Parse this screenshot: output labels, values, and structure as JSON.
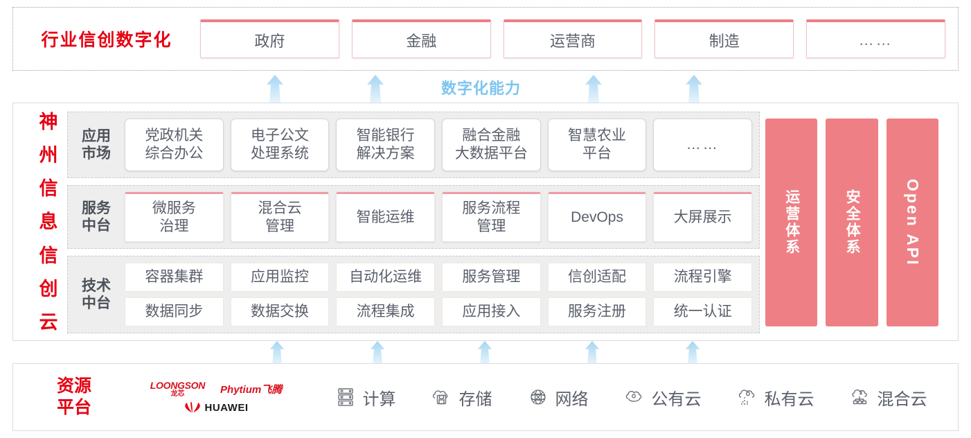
{
  "industry": {
    "title": "行业信创数字化",
    "cards": [
      {
        "label": "政府"
      },
      {
        "label": "金融"
      },
      {
        "label": "运营商"
      },
      {
        "label": "制造"
      },
      {
        "label": "……"
      }
    ]
  },
  "capability": {
    "label": "数字化能力",
    "arrow_count_top": 4,
    "arrow_count_bottom": 5,
    "arrow_color": "#bfe0f5"
  },
  "cloud": {
    "title_chars": [
      "神",
      "州",
      "信",
      "息",
      "信",
      "创",
      "云"
    ],
    "title_color": "#e60012",
    "bands": [
      {
        "name": "application-market",
        "label": "应用\n市场",
        "cards": [
          {
            "label": "党政机关\n综合办公"
          },
          {
            "label": "电子公文\n处理系统"
          },
          {
            "label": "智能银行\n解决方案"
          },
          {
            "label": "融合金融\n大数据平台"
          },
          {
            "label": "智慧农业\n平台"
          },
          {
            "label": "……"
          }
        ]
      },
      {
        "name": "service-midplatform",
        "label": "服务\n中台",
        "cards": [
          {
            "label": "微服务\n治理"
          },
          {
            "label": "混合云\n管理"
          },
          {
            "label": "智能运维"
          },
          {
            "label": "服务流程\n管理"
          },
          {
            "label": "DevOps"
          },
          {
            "label": "大屏展示"
          }
        ]
      },
      {
        "name": "technical-midplatform",
        "label": "技术\n中台",
        "rows": [
          [
            {
              "label": "容器集群"
            },
            {
              "label": "应用监控"
            },
            {
              "label": "自动化运维"
            },
            {
              "label": "服务管理"
            },
            {
              "label": "信创适配"
            },
            {
              "label": "流程引擎"
            }
          ],
          [
            {
              "label": "数据同步"
            },
            {
              "label": "数据交换"
            },
            {
              "label": "流程集成"
            },
            {
              "label": "应用接入"
            },
            {
              "label": "服务注册"
            },
            {
              "label": "统一认证"
            }
          ]
        ]
      }
    ],
    "pillars": [
      {
        "label": "运营体系",
        "type": "cn"
      },
      {
        "label": "安全体系",
        "type": "cn"
      },
      {
        "label": "Open API",
        "type": "en"
      }
    ],
    "pillar_color": "#ee8085"
  },
  "resource": {
    "title": "资源\n平台",
    "title_color": "#e60012",
    "logos": [
      {
        "name": "loongson-logo",
        "en": "LOONGSON",
        "cn": "龙芯"
      },
      {
        "name": "phytium-logo",
        "text": "Phytium飞腾"
      },
      {
        "name": "huawei-logo",
        "text": "HUAWEI"
      }
    ],
    "items": [
      {
        "icon": "server-rack-icon",
        "label": "计算"
      },
      {
        "icon": "cloud-storage-icon",
        "label": "存储"
      },
      {
        "icon": "network-mesh-icon",
        "label": "网络"
      },
      {
        "icon": "public-cloud-icon",
        "label": "公有云"
      },
      {
        "icon": "private-cloud-icon",
        "label": "私有云"
      },
      {
        "icon": "hybrid-cloud-icon",
        "label": "混合云"
      }
    ]
  }
}
